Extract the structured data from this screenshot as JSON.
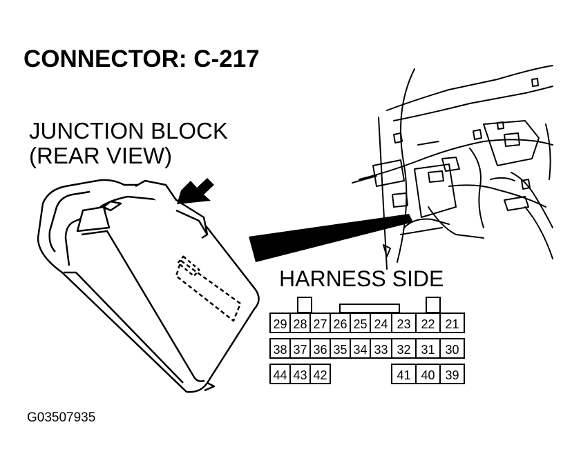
{
  "title": "CONNECTOR: C-217",
  "block_label": {
    "line1": "JUNCTION BLOCK",
    "line2": "(REAR VIEW)"
  },
  "harness_side_label": "HARNESS SIDE",
  "figure_id": "G03507935",
  "connector": {
    "row1": [
      "29",
      "28",
      "27",
      "26",
      "25",
      "24",
      "23",
      "22",
      "21"
    ],
    "row2": [
      "38",
      "37",
      "36",
      "35",
      "34",
      "33",
      "32",
      "31",
      "30"
    ],
    "row3_left": [
      "44",
      "43",
      "42"
    ],
    "row3_right": [
      "41",
      "40",
      "39"
    ]
  },
  "colors": {
    "ink": "#000000",
    "paper": "#ffffff"
  }
}
